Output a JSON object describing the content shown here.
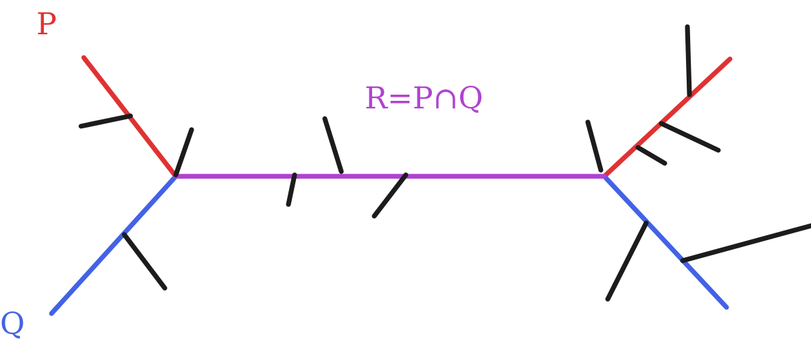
{
  "labels": {
    "p": "P",
    "q": "Q",
    "r": "R=P∩Q"
  },
  "colors": {
    "p": "#e03232",
    "q": "#4362e6",
    "r": "#b043d0",
    "branch": "#1c1c1c"
  }
}
